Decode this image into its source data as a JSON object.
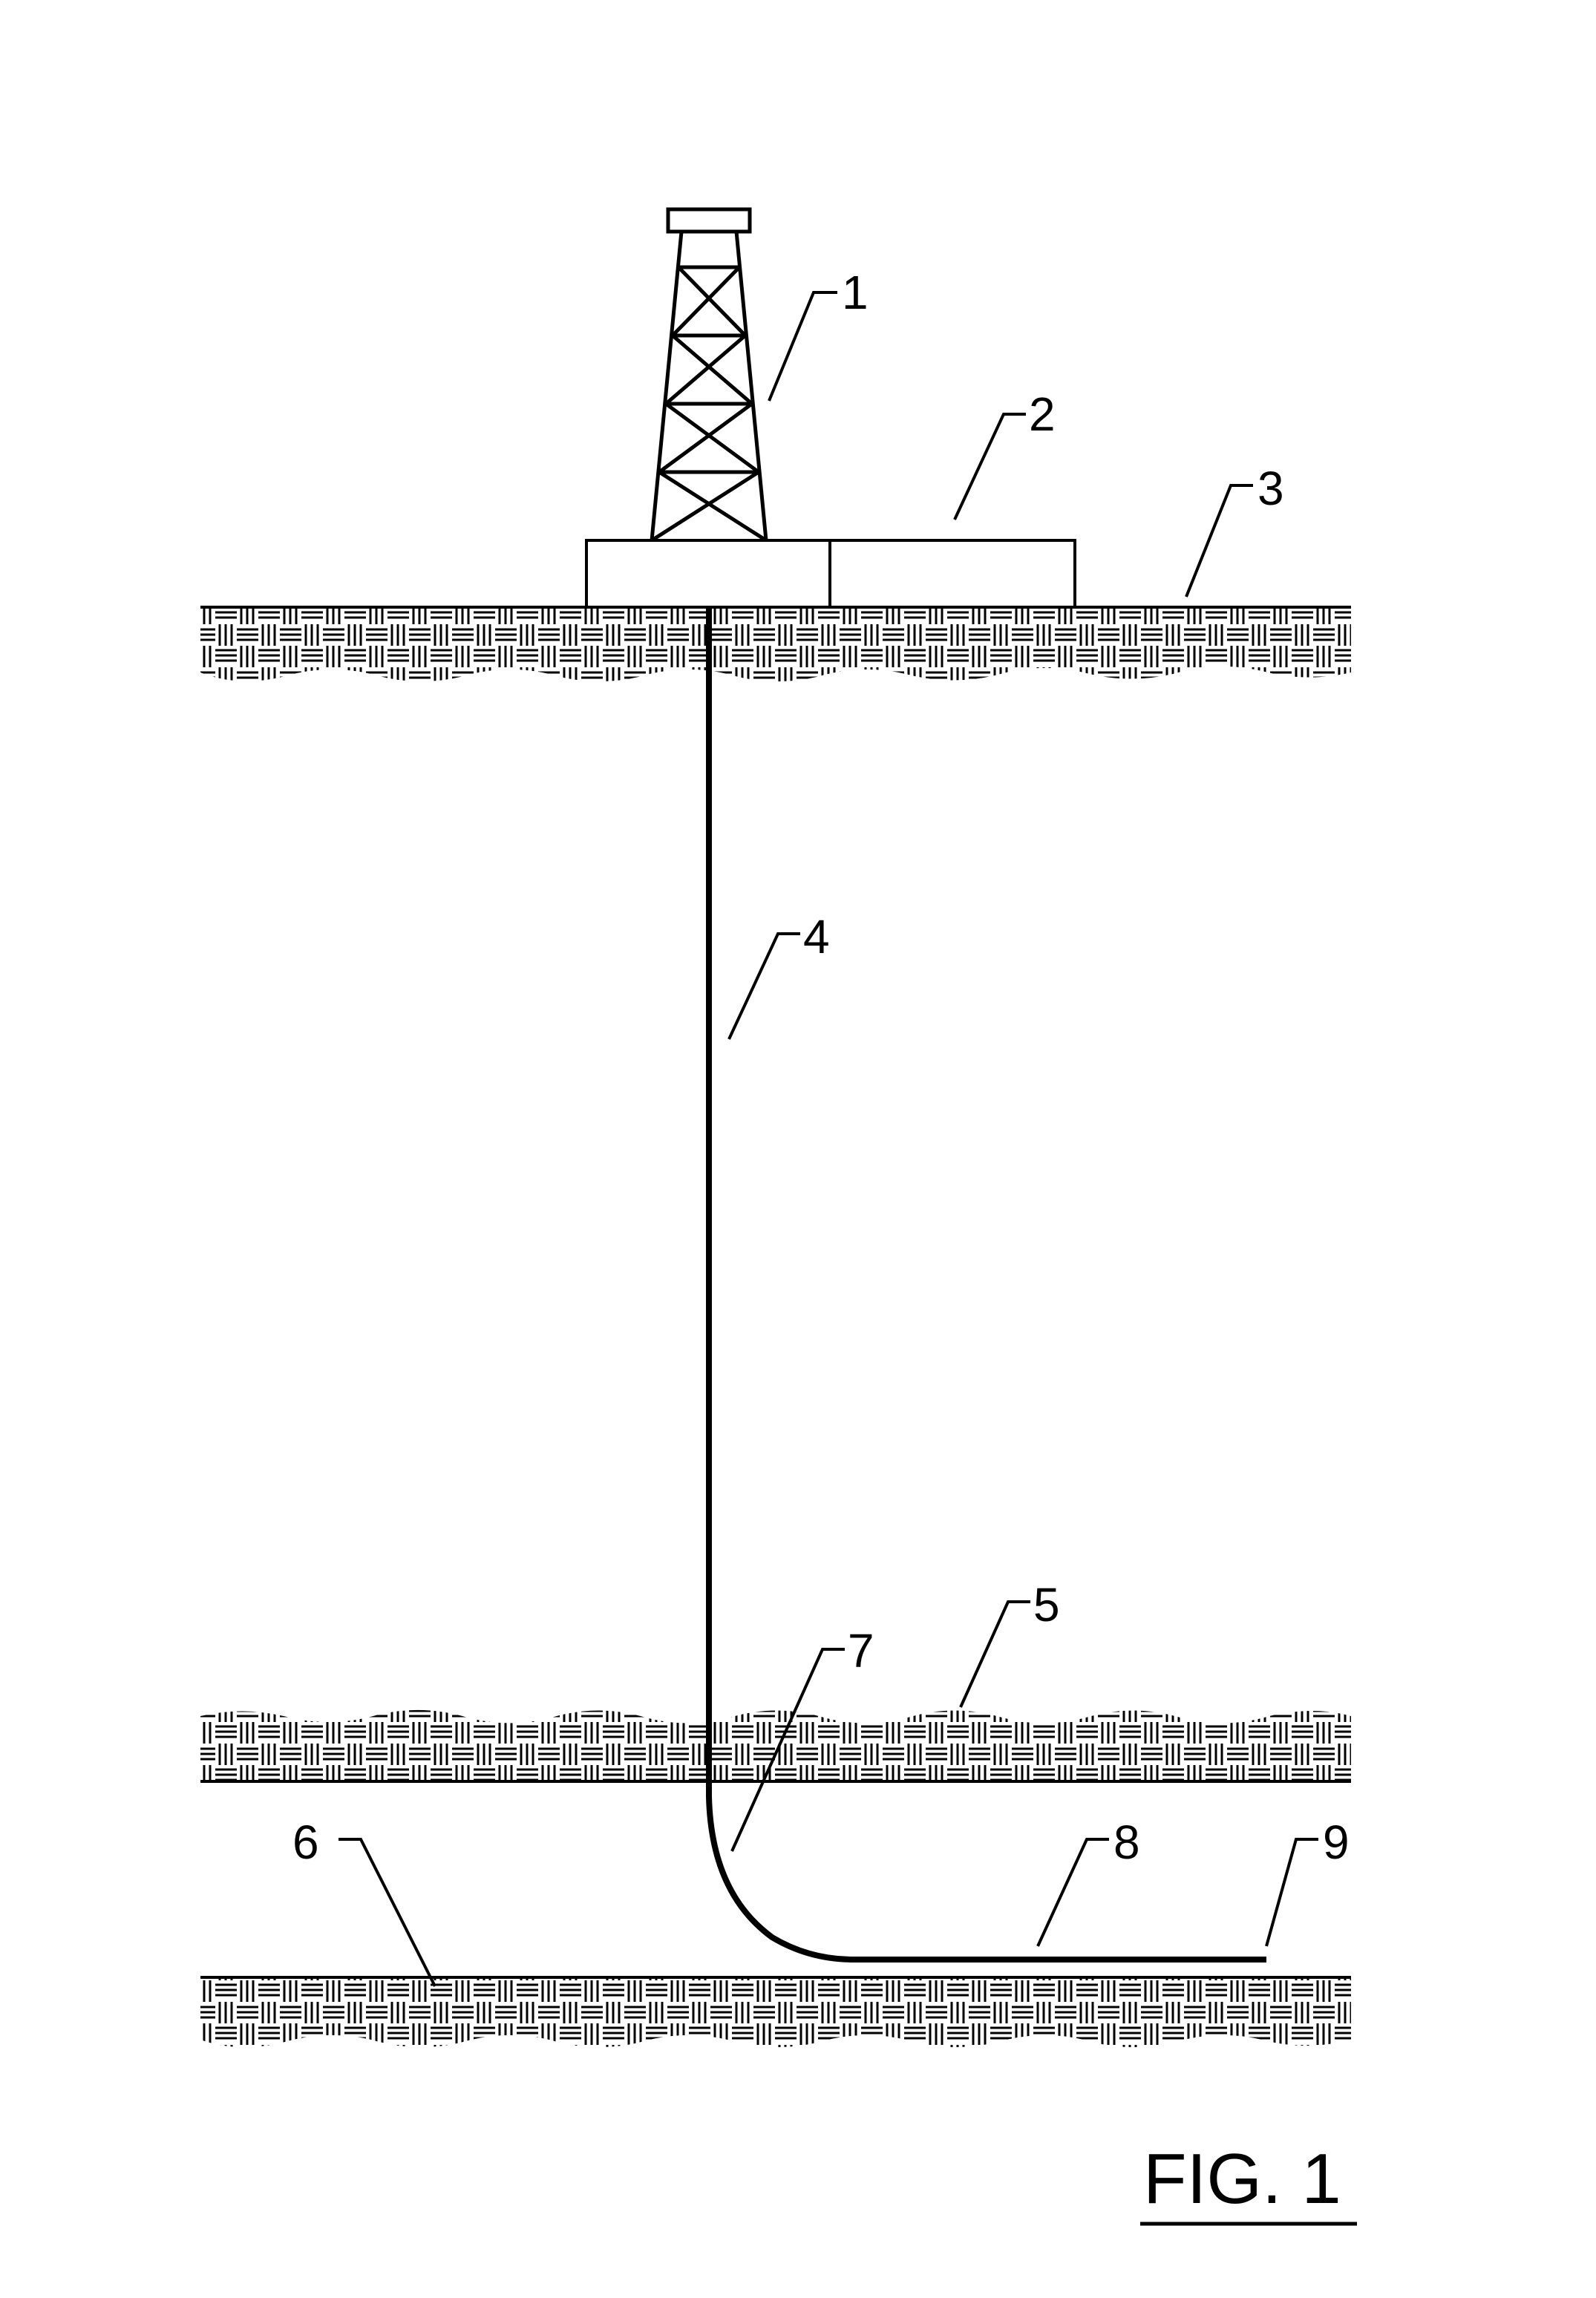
{
  "labels": {
    "derrick": "1",
    "equipment": "2",
    "surface": "3",
    "vertical_well": "4",
    "formation_upper": "5",
    "formation_lower": "6",
    "curve": "7",
    "horizontal_section": "8",
    "toe": "9"
  },
  "caption": "FIG. 1",
  "colors": {
    "ink": "#000000",
    "paper": "#ffffff"
  }
}
